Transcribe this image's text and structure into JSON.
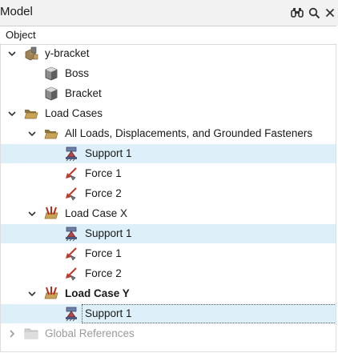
{
  "panel": {
    "title": "Model"
  },
  "toolbar": {
    "find_icon": "binoculars-icon",
    "search_icon": "search-icon",
    "close_icon": "close-icon"
  },
  "tree": {
    "column_header": "Object",
    "rows": [
      {
        "label": "y-bracket",
        "icon": "assembly-icon",
        "expanded": true
      },
      {
        "label": "Boss",
        "icon": "part-icon"
      },
      {
        "label": "Bracket",
        "icon": "part-icon"
      },
      {
        "label": "Load Cases",
        "icon": "folder-open-icon",
        "expanded": true
      },
      {
        "label": "All Loads, Displacements, and Grounded Fasteners",
        "icon": "folder-open-icon",
        "expanded": true
      },
      {
        "label": "Support 1",
        "icon": "support-icon",
        "selected": true
      },
      {
        "label": "Force 1",
        "icon": "force-icon"
      },
      {
        "label": "Force 2",
        "icon": "force-icon"
      },
      {
        "label": "Load Case X",
        "icon": "load-case-icon",
        "expanded": true
      },
      {
        "label": "Support 1",
        "icon": "support-icon",
        "selected": true
      },
      {
        "label": "Force 1",
        "icon": "force-icon"
      },
      {
        "label": "Force 2",
        "icon": "force-icon"
      },
      {
        "label": "Load Case Y",
        "icon": "load-case-icon",
        "expanded": true,
        "bold": true
      },
      {
        "label": "Support 1",
        "icon": "support-icon",
        "selected": true,
        "focused": true
      },
      {
        "label": "Global References",
        "icon": "folder-closed-icon",
        "expanded": false,
        "dimmed": true
      }
    ]
  },
  "colors": {
    "selection": "#ddf0f9",
    "header_bg": "#f2f2f2",
    "dim_text": "#9a9a9a"
  }
}
